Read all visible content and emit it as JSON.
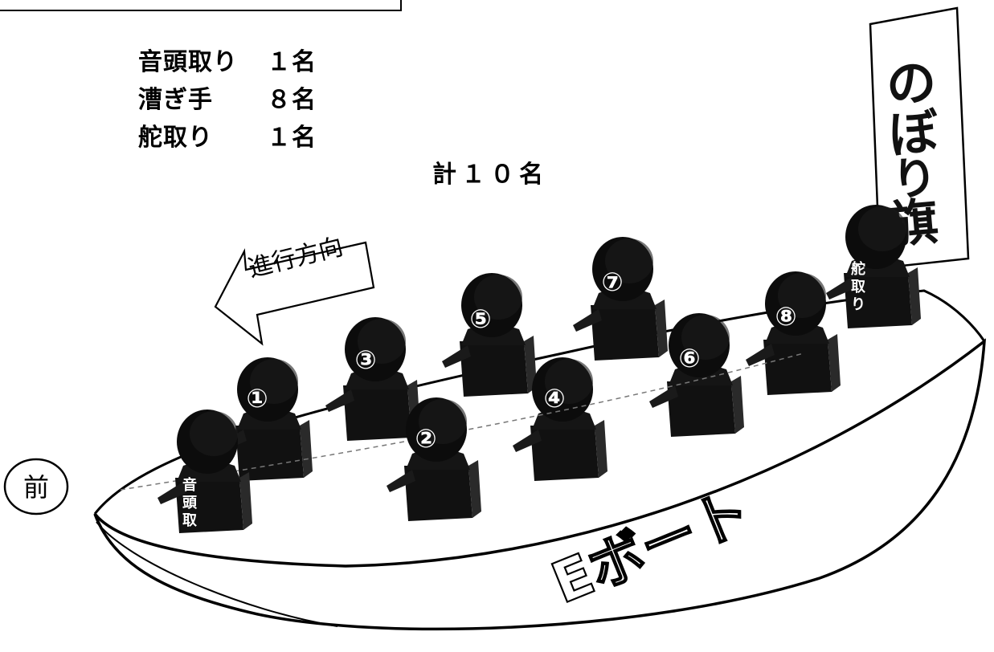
{
  "crew_list": [
    {
      "role": "音頭取り",
      "count": "１名"
    },
    {
      "role": "漕ぎ手",
      "count": "８名"
    },
    {
      "role": "舵取り",
      "count": "１名"
    }
  ],
  "total": "計１０名",
  "direction_arrow": {
    "label": "進行方向"
  },
  "front_label": "前",
  "boat_name": "Eボート",
  "flag": {
    "text": "のぼり旗"
  },
  "figures": [
    {
      "label": "音頭取"
    },
    {
      "label": "①"
    },
    {
      "label": "②"
    },
    {
      "label": "③"
    },
    {
      "label": "④"
    },
    {
      "label": "⑤"
    },
    {
      "label": "⑥"
    },
    {
      "label": "⑦"
    },
    {
      "label": "⑧"
    },
    {
      "label": "舵取り"
    }
  ]
}
